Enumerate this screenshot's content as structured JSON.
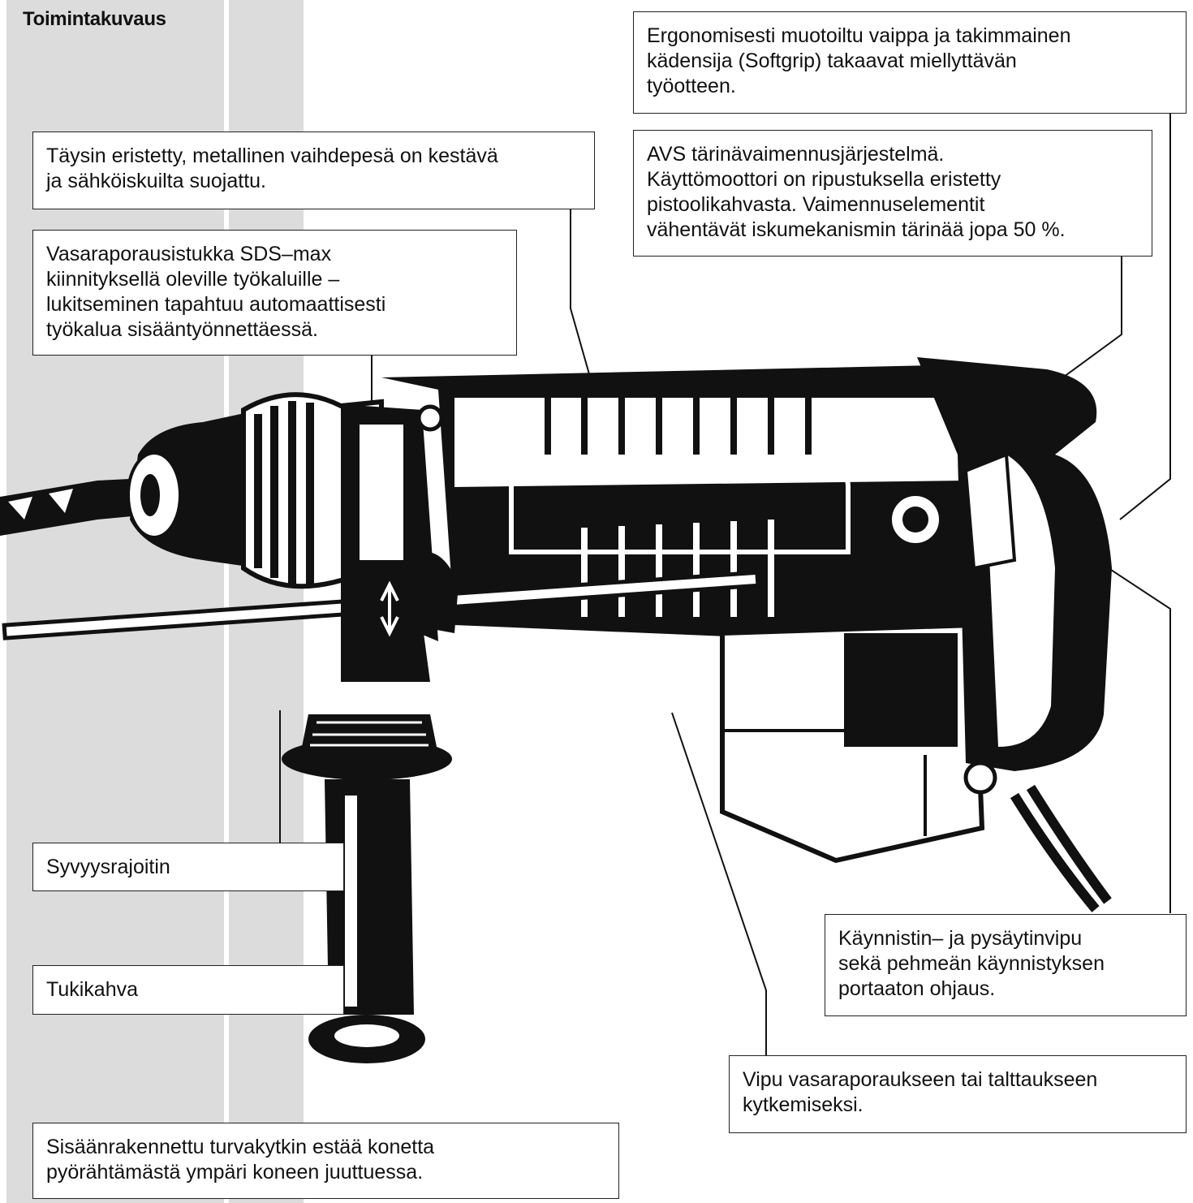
{
  "title": "Toimintakuvaus",
  "callouts": {
    "ergonomic": "Ergonomisesti muotoiltu vaippa ja takimmainen\nkädensija (Softgrip) takaavat miellyttävän\ntyöotteen.",
    "gearbox": "Täysin eristetty, metallinen vaihdepesä on kestävä\nja sähköiskuilta suojattu.",
    "avs": "AVS tärinävaimennusjärjestelmä.\nKäyttömoottori on ripustuksella eristetty\npistoolikahvasta. Vaimennuselementit\nvähentävät iskumekanismin tärinää jopa 50 %.",
    "chuck": "Vasaraporausistukka SDS–max\nkiinnityksellä oleville työkaluille –\nlukitseminen tapahtuu automaattisesti\ntyökalua sisääntyönnettäessä.",
    "depth": "Syvyysrajoitin",
    "handle": "Tukikahva",
    "clutch": "Sisäänrakennettu turvakytkin estää konetta\npyörähtämästä ympäri koneen juuttuessa.",
    "switch": "Käynnistin– ja pysäytinvipu\nsekä pehmeän käynnistyksen\nportaaton ohjaus.",
    "lever": "Vipu vasaraporaukseen tai talttaukseen\nkytkemiseksi."
  },
  "colors": {
    "ink": "#111111",
    "band": "#dcdcdc",
    "background": "#ffffff"
  },
  "illustration": {
    "subject": "rotary-hammer-drill-with-sds-max-chuck"
  }
}
